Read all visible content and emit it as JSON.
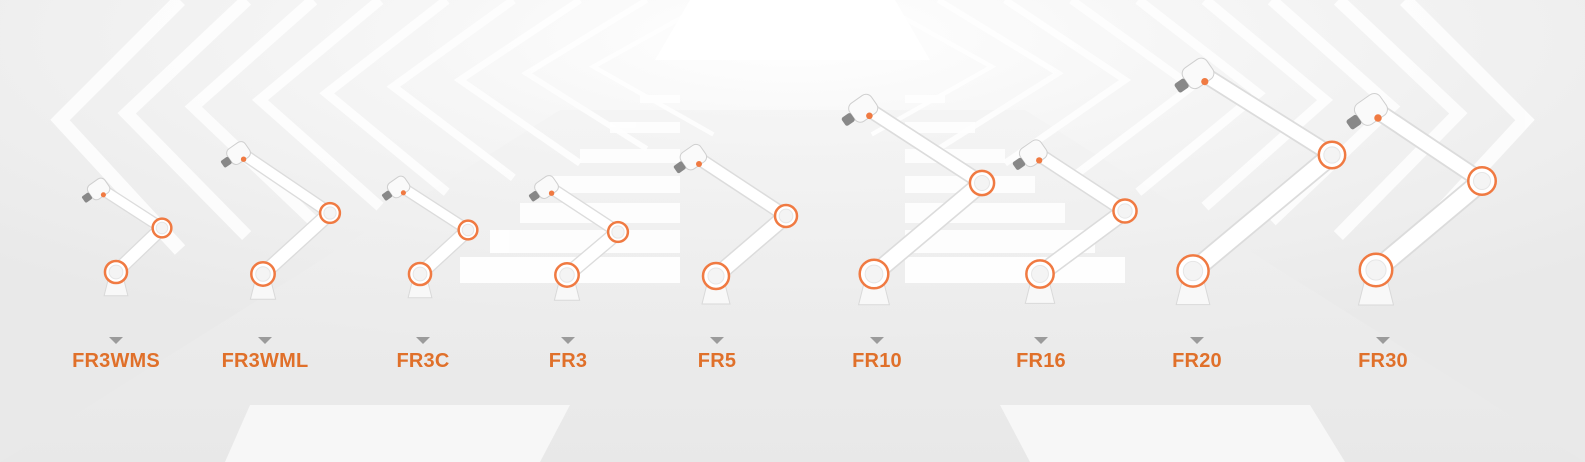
{
  "colors": {
    "label": "#e0702a",
    "joint": "#f07a42",
    "arm": "#ffffff",
    "pointer": "#9b9b9b"
  },
  "models": [
    {
      "label": "FR3WMS",
      "icon": "robot-arm-icon"
    },
    {
      "label": "FR3WML",
      "icon": "robot-arm-icon"
    },
    {
      "label": "FR3C",
      "icon": "robot-arm-icon"
    },
    {
      "label": "FR3",
      "icon": "robot-arm-icon"
    },
    {
      "label": "FR5",
      "icon": "robot-arm-icon"
    },
    {
      "label": "FR10",
      "icon": "robot-arm-icon"
    },
    {
      "label": "FR16",
      "icon": "robot-arm-icon"
    },
    {
      "label": "FR20",
      "icon": "robot-arm-icon"
    },
    {
      "label": "FR30",
      "icon": "robot-arm-icon"
    }
  ]
}
